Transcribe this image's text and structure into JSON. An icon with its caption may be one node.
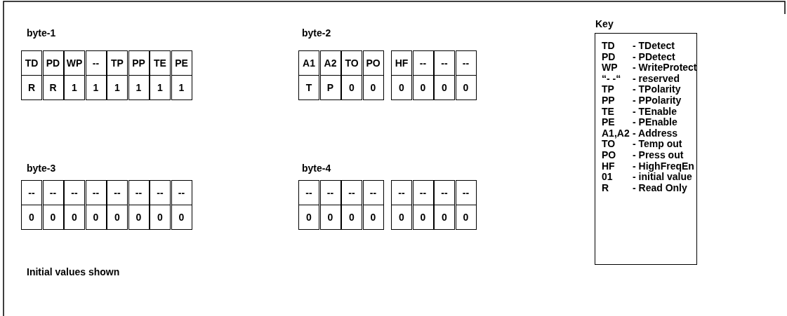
{
  "diagram": {
    "nodes": [
      {
        "text": [
          "Key",
          "TD",
          "- TDetect",
          "PD",
          "- PDetect",
          "WP",
          "- WriteProtect",
          "“- -“",
          "- reserved",
          "TP",
          "- TPolarity",
          "PP",
          "- PPolarity",
          "TE",
          "- TEnable",
          "PE",
          "- PEnable",
          "A1,A2",
          "- Address",
          "TO",
          "- Temp out",
          "PO",
          "- Press out",
          "HF",
          "- HighFreqEn",
          "01",
          "- initial value",
          "R",
          "- Read Only"
        ]
      }
    ],
    "labels": [
      "byte-1",
      "byte-2",
      "TD",
      "PD",
      "WP",
      "--",
      "TP",
      "PP",
      "TE",
      "PE",
      "A1",
      "A2",
      "TO",
      "PO",
      "HF",
      "--",
      "--",
      "--",
      "R",
      "R",
      "1",
      "1",
      "1",
      "1",
      "1",
      "1",
      "T",
      "P",
      "0",
      "0",
      "0",
      "0",
      "0",
      "0",
      "byte-3",
      "byte-4",
      "--",
      "--",
      "--",
      "--",
      "--",
      "--",
      "--",
      "--",
      "--",
      "--",
      "--",
      "--",
      "--",
      "--",
      "--",
      "--",
      "0",
      "0",
      "0",
      "0",
      "0",
      "0",
      "0",
      "0",
      "0",
      "0",
      "0",
      "0",
      "0",
      "0",
      "0",
      "0",
      "Initial values shown"
    ]
  }
}
